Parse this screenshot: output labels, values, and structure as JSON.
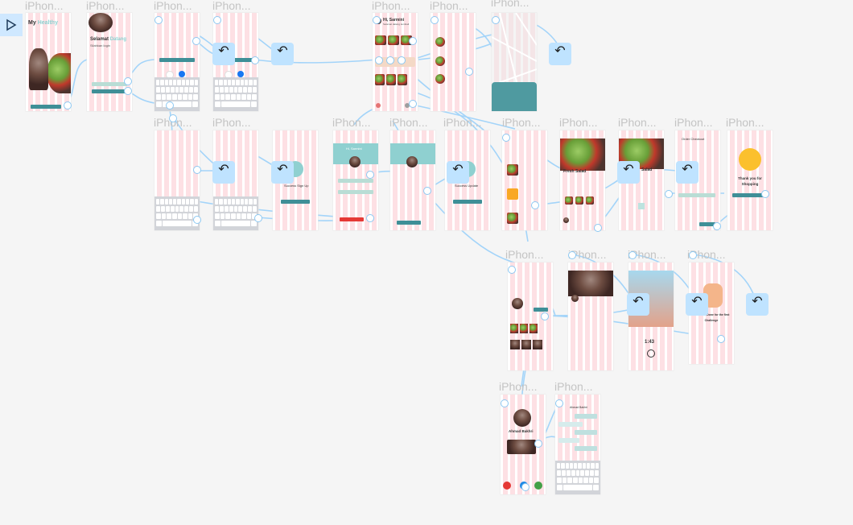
{
  "canvas": {
    "background": "#f5f5f5",
    "label_color": "#c4c4c4",
    "stripe_color": "#fde0e4",
    "connector_color": "#9fd3fa",
    "accent": "#3f8f97"
  },
  "start_icon": "play-icon",
  "frame_label": "iPhon...",
  "screens": {
    "s1_title_a": "My",
    "s1_title_b": "Healthy",
    "s2_title_a": "Selamat",
    "s2_title_b": "Datang",
    "s2_sub": "Silahkan login",
    "home_greeting": "Hi, Sarmini",
    "home_sub": "Selamat datang kembali",
    "success_signup": "Success Sign Up",
    "success_update": "Success Update",
    "profile_name": "Hi, Sarmini",
    "food_title": "Fresh Salad",
    "food_title2": "Salad",
    "checkout_title": "Order Checkout",
    "thanks": "Thank you for Shopping",
    "timer": "1:43",
    "done_challenge": "You Have Done for the first Challenge",
    "call_name": "Ahmad Bakhri",
    "chat_name": "Ahmad Bakhri"
  }
}
